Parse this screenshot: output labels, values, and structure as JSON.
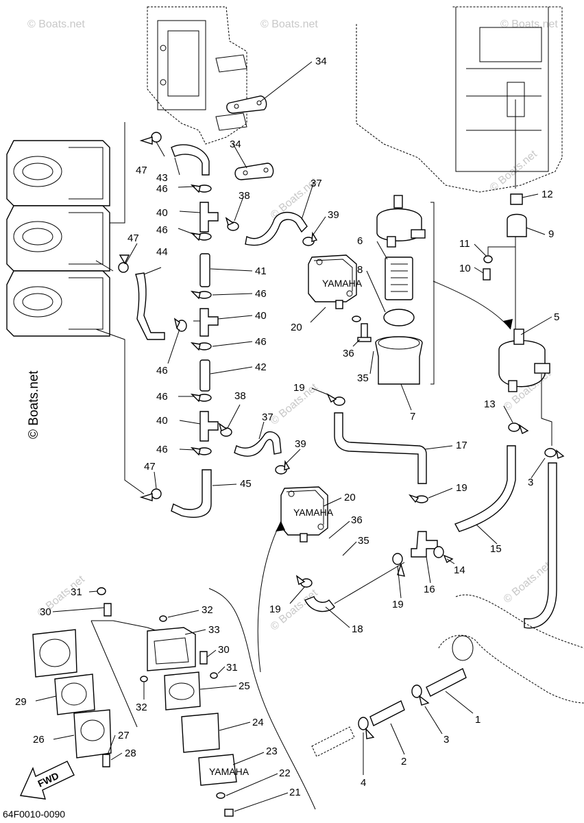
{
  "diagram": {
    "reference_code": "64F0010-0090",
    "fwd_label": "FWD",
    "watermark": "© Boats.net",
    "pump_label": "YAMAHA",
    "callouts": [
      {
        "id": "c34a",
        "label": "34"
      },
      {
        "id": "c34b",
        "label": "34"
      },
      {
        "id": "c37a",
        "label": "37"
      },
      {
        "id": "c38a",
        "label": "38"
      },
      {
        "id": "c39a",
        "label": "39"
      },
      {
        "id": "c6",
        "label": "6"
      },
      {
        "id": "c8",
        "label": "8"
      },
      {
        "id": "c12",
        "label": "12"
      },
      {
        "id": "c9",
        "label": "9"
      },
      {
        "id": "c11",
        "label": "11"
      },
      {
        "id": "c10",
        "label": "10"
      },
      {
        "id": "c5",
        "label": "5"
      },
      {
        "id": "c47a",
        "label": "47"
      },
      {
        "id": "c43",
        "label": "43"
      },
      {
        "id": "c46a",
        "label": "46"
      },
      {
        "id": "c40a",
        "label": "40"
      },
      {
        "id": "c46b",
        "label": "46"
      },
      {
        "id": "c47b",
        "label": "47"
      },
      {
        "id": "c44",
        "label": "44"
      },
      {
        "id": "c41",
        "label": "41"
      },
      {
        "id": "c46c",
        "label": "46"
      },
      {
        "id": "c40b",
        "label": "40"
      },
      {
        "id": "c46d",
        "label": "46"
      },
      {
        "id": "c46e",
        "label": "46"
      },
      {
        "id": "c42",
        "label": "42"
      },
      {
        "id": "c20a",
        "label": "20"
      },
      {
        "id": "c36a",
        "label": "36"
      },
      {
        "id": "c35a",
        "label": "35"
      },
      {
        "id": "c7",
        "label": "7"
      },
      {
        "id": "c19a",
        "label": "19"
      },
      {
        "id": "c13",
        "label": "13"
      },
      {
        "id": "c3a",
        "label": "3"
      },
      {
        "id": "c46f",
        "label": "46"
      },
      {
        "id": "c38b",
        "label": "38"
      },
      {
        "id": "c40c",
        "label": "40"
      },
      {
        "id": "c37b",
        "label": "37"
      },
      {
        "id": "c17",
        "label": "17"
      },
      {
        "id": "c46g",
        "label": "46"
      },
      {
        "id": "c39b",
        "label": "39"
      },
      {
        "id": "c47c",
        "label": "47"
      },
      {
        "id": "c45",
        "label": "45"
      },
      {
        "id": "c20b",
        "label": "20"
      },
      {
        "id": "c19b",
        "label": "19"
      },
      {
        "id": "c36b",
        "label": "36"
      },
      {
        "id": "c15",
        "label": "15"
      },
      {
        "id": "c35b",
        "label": "35"
      },
      {
        "id": "c14",
        "label": "14"
      },
      {
        "id": "c16",
        "label": "16"
      },
      {
        "id": "c31a",
        "label": "31"
      },
      {
        "id": "c19c",
        "label": "19"
      },
      {
        "id": "c19d",
        "label": "19"
      },
      {
        "id": "c30a",
        "label": "30"
      },
      {
        "id": "c32a",
        "label": "32"
      },
      {
        "id": "c18",
        "label": "18"
      },
      {
        "id": "c33",
        "label": "33"
      },
      {
        "id": "c30b",
        "label": "30"
      },
      {
        "id": "c31b",
        "label": "31"
      },
      {
        "id": "c29",
        "label": "29"
      },
      {
        "id": "c32b",
        "label": "32"
      },
      {
        "id": "c25",
        "label": "25"
      },
      {
        "id": "c1",
        "label": "1"
      },
      {
        "id": "c24",
        "label": "24"
      },
      {
        "id": "c26",
        "label": "26"
      },
      {
        "id": "c27",
        "label": "27"
      },
      {
        "id": "c28",
        "label": "28"
      },
      {
        "id": "c3b",
        "label": "3"
      },
      {
        "id": "c23",
        "label": "23"
      },
      {
        "id": "c2",
        "label": "2"
      },
      {
        "id": "c22",
        "label": "22"
      },
      {
        "id": "c4",
        "label": "4"
      },
      {
        "id": "c21",
        "label": "21"
      }
    ]
  }
}
